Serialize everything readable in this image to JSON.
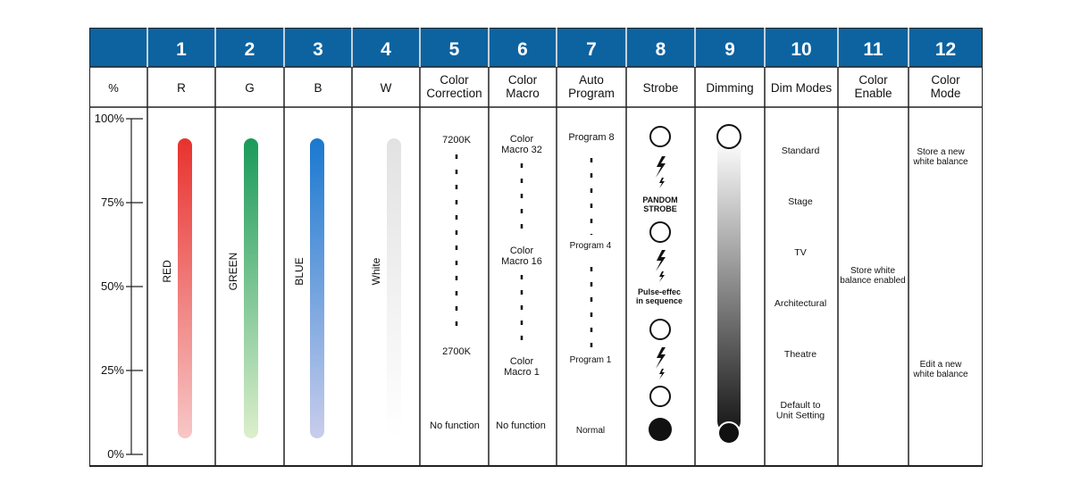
{
  "table": {
    "corner": "",
    "units_header": "%",
    "columns": [
      {
        "num": "1",
        "header": "R"
      },
      {
        "num": "2",
        "header": "G"
      },
      {
        "num": "3",
        "header": "B"
      },
      {
        "num": "4",
        "header": "W"
      },
      {
        "num": "5",
        "header": "Color\nCorrection"
      },
      {
        "num": "6",
        "header": "Color\nMacro"
      },
      {
        "num": "7",
        "header": "Auto\nProgram"
      },
      {
        "num": "8",
        "header": "Strobe"
      },
      {
        "num": "9",
        "header": "Dimming"
      },
      {
        "num": "10",
        "header": "Dim Modes"
      },
      {
        "num": "11",
        "header": "Color\nEnable"
      },
      {
        "num": "12",
        "header": "Color\nMode"
      }
    ]
  },
  "scale": {
    "ticks": [
      {
        "value": 100,
        "label": "100%"
      },
      {
        "value": 75,
        "label": "75%"
      },
      {
        "value": 50,
        "label": "50%"
      },
      {
        "value": 25,
        "label": "25%"
      },
      {
        "value": 0,
        "label": "0%"
      }
    ]
  },
  "bars": [
    {
      "label": "RED",
      "color_top": "#e8322e",
      "color_bottom": "#f7c7c7"
    },
    {
      "label": "GREEN",
      "color_top": "#1a9a5a",
      "color_bottom": "#dcefcc"
    },
    {
      "label": "BLUE",
      "color_top": "#1a78d0",
      "color_bottom": "#c9cdec"
    },
    {
      "label": "White",
      "color_top": "#e6e6e6",
      "color_bottom": "#ffffff"
    }
  ],
  "color_correction": {
    "top": "7200K",
    "bottom": "2700K",
    "none": "No function"
  },
  "color_macro": {
    "top": "Color\nMacro 32",
    "mid": "Color\nMacro 16",
    "bottom": "Color\nMacro 1",
    "none": "No function"
  },
  "auto_program": {
    "top": "Program 8",
    "mid": "Program 4",
    "bottom": "Program 1",
    "none": "Normal"
  },
  "strobe": {
    "random": "PANDOM\nSTROBE",
    "pulse": "Pulse-effec\nin sequence"
  },
  "dim_modes": [
    "Standard",
    "Stage",
    "TV",
    "Architectural",
    "Theatre",
    "Default to\nUnit Setting"
  ],
  "color_enable": "Store white\nbalance enabled",
  "color_mode": {
    "top": "Store a new\nwhite balance",
    "bottom": "Edit a new\nwhite balance"
  },
  "colors": {
    "header_blue": "#0d63a0",
    "border": "#222222"
  }
}
